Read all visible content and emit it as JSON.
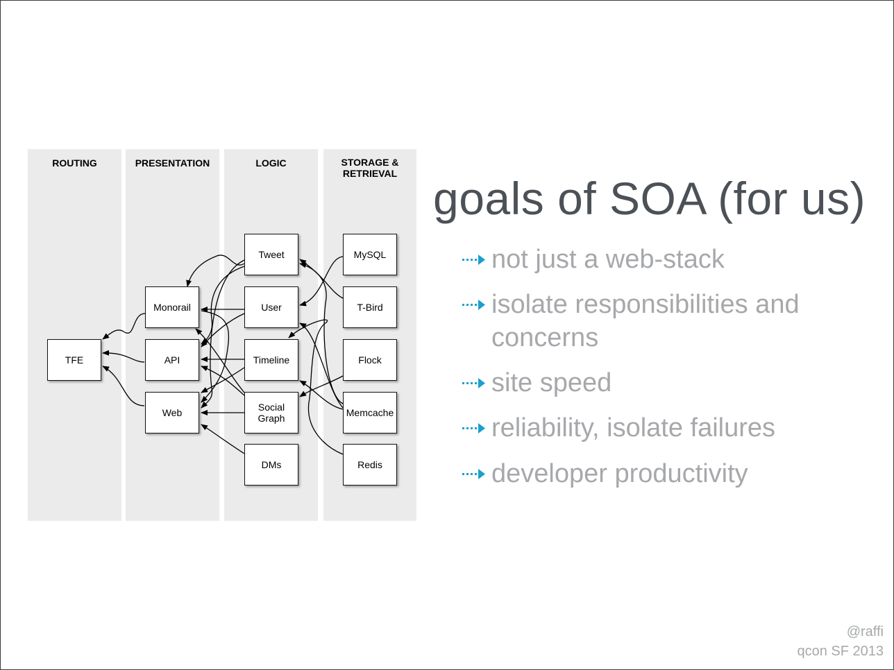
{
  "columns": [
    {
      "title": "ROUTING"
    },
    {
      "title": "PRESENTATION"
    },
    {
      "title": "LOGIC"
    },
    {
      "title": "STORAGE &\nRETRIEVAL"
    }
  ],
  "nodes": {
    "tfe": "TFE",
    "monorail": "Monorail",
    "api": "API",
    "web": "Web",
    "tweet": "Tweet",
    "user": "User",
    "timeline": "Timeline",
    "social_graph": "Social\nGraph",
    "dms": "DMs",
    "mysql": "MySQL",
    "tbird": "T-Bird",
    "flock": "Flock",
    "memcache": "Memcache",
    "redis": "Redis"
  },
  "slide": {
    "title": "goals of SOA (for us)",
    "bullets": [
      "not just a web-stack",
      "isolate responsibilities and",
      "concerns",
      "site speed",
      "reliability, isolate failures",
      "developer productivity"
    ]
  },
  "footer": {
    "handle": "@raffi",
    "event": "qcon SF 2013"
  },
  "colors": {
    "column_bg": "#ebebeb",
    "title": "#4c5157",
    "bullet_text": "#a6a8ab",
    "bullet_arrow": "#1a9fd0"
  }
}
